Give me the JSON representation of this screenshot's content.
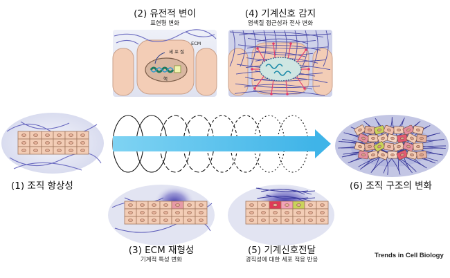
{
  "panels": {
    "p1": {
      "title": "(1) 조직 항상성"
    },
    "p2": {
      "title": "(2) 유전적 변이",
      "subtitle": "표현형 변화",
      "label_ecm": "ECM",
      "label_cytoplasm": "세 포 질",
      "label_nucleus": "핵"
    },
    "p3": {
      "title": "(3) ECM 재형성",
      "subtitle": "기계적 특성 변화"
    },
    "p4": {
      "title": "(4) 기계신호 감지",
      "subtitle": "염색질 접근성과 전사 변화"
    },
    "p5": {
      "title": "(5) 기계신호전달",
      "subtitle": "경직성에 대한 세포 적응 반응"
    },
    "p6": {
      "title": "(6) 조직 구조의 변화"
    }
  },
  "brand": "Trends in Cell Biology",
  "colors": {
    "cell_fill": "#f3cdb6",
    "cell_stroke": "#a0765c",
    "ecm_fiber": "#6a6ac0",
    "arrow": "#5ac8f0",
    "bg_oval": "#e4e6f4"
  }
}
